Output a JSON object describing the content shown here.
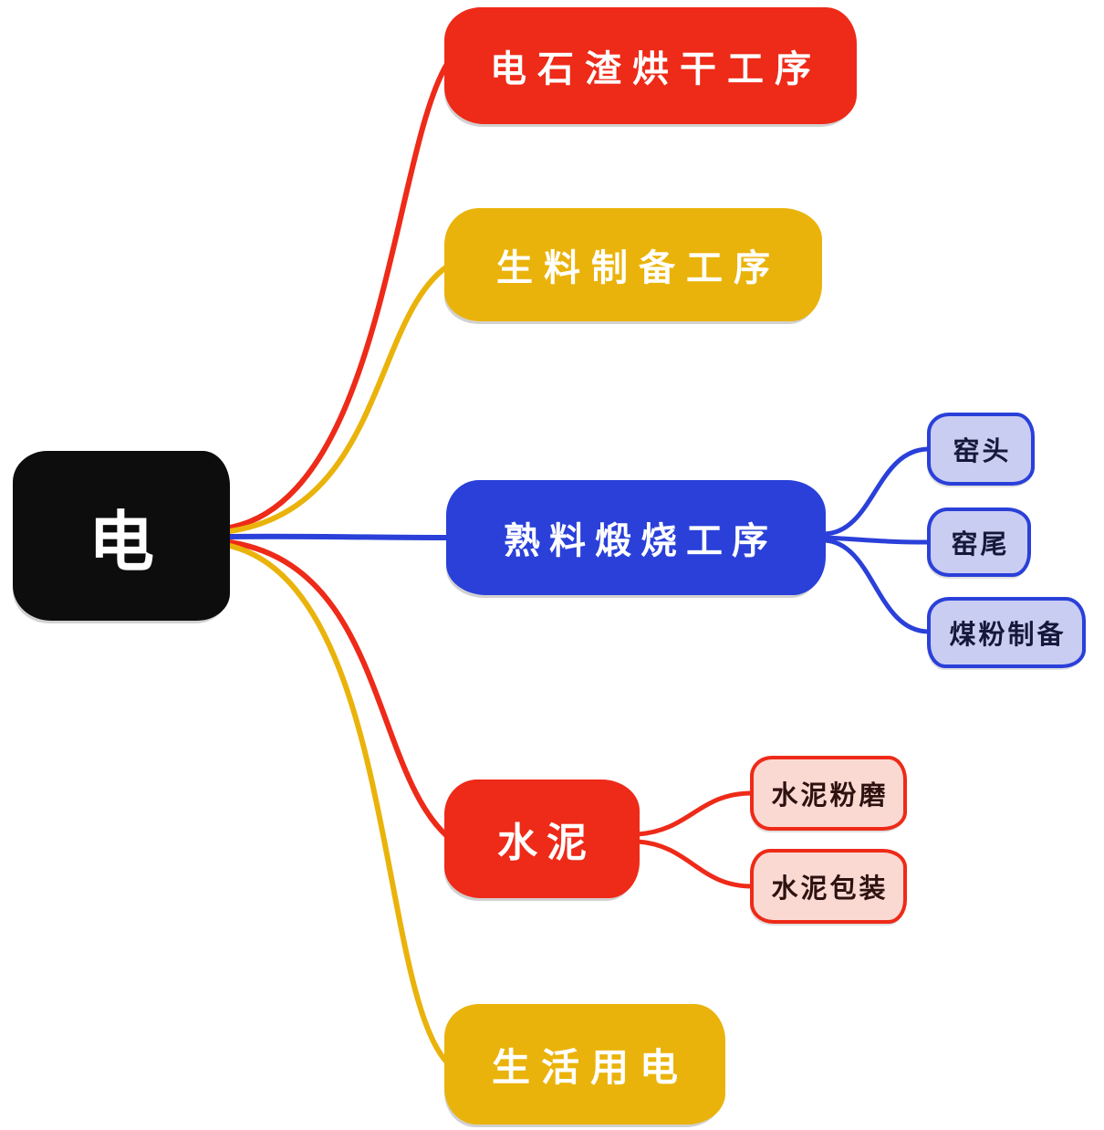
{
  "root": {
    "label": "电",
    "bg": "#0d0d0d",
    "text_color": "#ffffff"
  },
  "branches": [
    {
      "label": "电石渣烘干工序",
      "color": "#ee2a18",
      "text_color": "#ffffff"
    },
    {
      "label": "生料制备工序",
      "color": "#eab30b",
      "text_color": "#ffffff"
    },
    {
      "label": "熟料煅烧工序",
      "color": "#2a40d9",
      "text_color": "#ffffff",
      "child_fill": "#c9cdf2",
      "child_text": "#16183a",
      "children": [
        {
          "label": "窑头"
        },
        {
          "label": "窑尾"
        },
        {
          "label": "煤粉制备"
        }
      ]
    },
    {
      "label": "水泥",
      "color": "#ee2a18",
      "text_color": "#ffffff",
      "child_fill": "#fbd9d3",
      "child_text": "#2e1210",
      "children": [
        {
          "label": "水泥粉磨"
        },
        {
          "label": "水泥包装"
        }
      ]
    },
    {
      "label": "生活用电",
      "color": "#eab30b",
      "text_color": "#ffffff"
    }
  ]
}
